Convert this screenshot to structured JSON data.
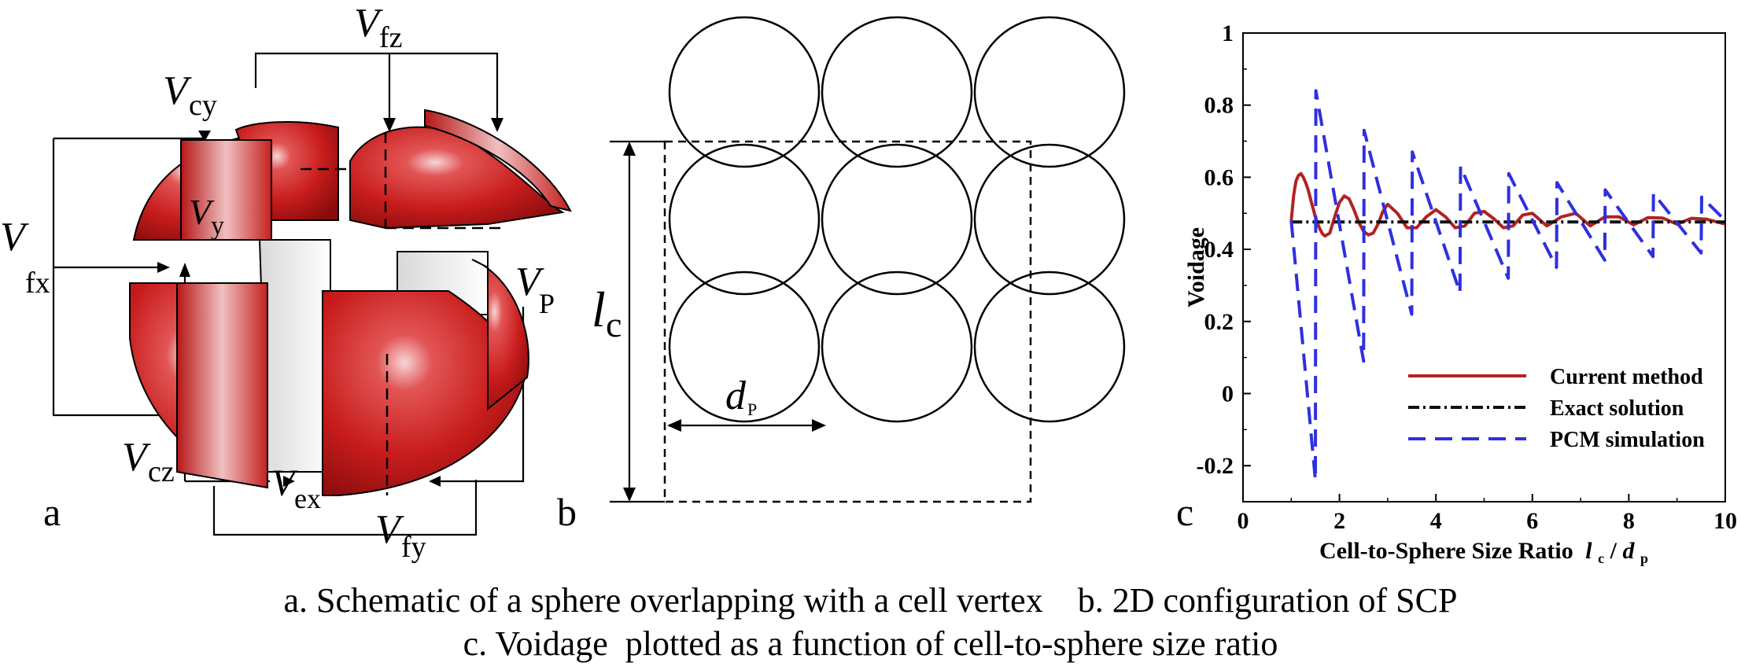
{
  "panel_a": {
    "letter": "a",
    "labels": {
      "fz": {
        "main": "V",
        "sub": "fz"
      },
      "cy": {
        "main": "V",
        "sub": "cy"
      },
      "y": {
        "main": "V",
        "sub": "y"
      },
      "fx": {
        "main": "V",
        "sub": "fx"
      },
      "p": {
        "main": "V",
        "sub": "P"
      },
      "cz": {
        "main": "V",
        "sub": "cz"
      },
      "ex": {
        "main": "V",
        "sub": "ex"
      },
      "fy": {
        "main": "V",
        "sub": "fy"
      }
    },
    "sphere_color": "#cc1f1f"
  },
  "panel_b": {
    "letter": "b",
    "lc_label": {
      "main": "l",
      "sub": "c"
    },
    "dp_label": {
      "main": "d",
      "sub": "P"
    },
    "grid": {
      "rows": 3,
      "cols": 3
    }
  },
  "panel_c": {
    "letter": "c",
    "ylabel": "Voidage",
    "xlabel_prefix": "Cell-to-Sphere Size Ratio",
    "xlabel_var1": "l",
    "xlabel_sub1": "c",
    "xlabel_slash": "/",
    "xlabel_var2": "d",
    "xlabel_sub2": "p"
  },
  "chart_data": {
    "type": "line",
    "xlim": [
      0,
      10
    ],
    "ylim": [
      -0.3,
      1.0
    ],
    "xticks": [
      0,
      2,
      4,
      6,
      8,
      10
    ],
    "xtick_labels": [
      "0",
      "2",
      "4",
      "6",
      "8",
      "10"
    ],
    "yticks": [
      -0.2,
      0,
      0.2,
      0.4,
      0.6,
      0.8,
      1.0
    ],
    "ytick_labels": [
      "-0.2",
      "0",
      "0.2",
      "0.4",
      "0.6",
      "0.8",
      "1"
    ],
    "legend_position": "bottom-right",
    "series": [
      {
        "name": "Current method",
        "color": "#b22222",
        "dash": "solid",
        "x": [
          1.0,
          1.05,
          1.1,
          1.15,
          1.2,
          1.25,
          1.3,
          1.35,
          1.4,
          1.45,
          1.5,
          1.55,
          1.6,
          1.65,
          1.7,
          1.8,
          1.9,
          2.0,
          2.1,
          2.2,
          2.3,
          2.4,
          2.5,
          2.6,
          2.7,
          2.8,
          2.9,
          3.0,
          3.2,
          3.4,
          3.6,
          3.8,
          4.0,
          4.2,
          4.4,
          4.6,
          4.8,
          5.0,
          5.2,
          5.4,
          5.6,
          5.8,
          6.0,
          6.3,
          6.6,
          6.9,
          7.2,
          7.5,
          7.8,
          8.1,
          8.4,
          8.7,
          9.0,
          9.3,
          9.6,
          10.0
        ],
        "y": [
          0.48,
          0.55,
          0.59,
          0.605,
          0.61,
          0.6,
          0.585,
          0.565,
          0.54,
          0.515,
          0.49,
          0.47,
          0.455,
          0.443,
          0.437,
          0.445,
          0.49,
          0.53,
          0.548,
          0.54,
          0.51,
          0.475,
          0.45,
          0.44,
          0.445,
          0.47,
          0.505,
          0.525,
          0.5,
          0.46,
          0.46,
          0.49,
          0.51,
          0.49,
          0.46,
          0.465,
          0.5,
          0.505,
          0.485,
          0.46,
          0.465,
          0.495,
          0.5,
          0.465,
          0.49,
          0.5,
          0.465,
          0.49,
          0.49,
          0.468,
          0.488,
          0.487,
          0.47,
          0.486,
          0.484,
          0.47
        ]
      },
      {
        "name": "Exact solution",
        "color": "#111111",
        "dash": "dashdot",
        "x": [
          1.0,
          10.0
        ],
        "y": [
          0.476,
          0.476
        ]
      },
      {
        "name": "PCM simulation",
        "color": "#2f2fe0",
        "dash": "dashed",
        "x": [
          1.0,
          1.5,
          1.51,
          2.5,
          2.51,
          3.5,
          3.51,
          4.5,
          4.51,
          5.5,
          5.51,
          6.5,
          6.51,
          7.5,
          7.51,
          8.5,
          8.51,
          9.5,
          9.51,
          10.0
        ],
        "y": [
          0.48,
          -0.24,
          0.84,
          0.09,
          0.73,
          0.22,
          0.67,
          0.28,
          0.63,
          0.32,
          0.61,
          0.35,
          0.585,
          0.37,
          0.565,
          0.38,
          0.555,
          0.39,
          0.545,
          0.48
        ]
      }
    ]
  },
  "captions": {
    "line1": "a. Schematic of a sphere overlapping with a cell vertex    b. 2D configuration of SCP",
    "line2": "c. Voidage  plotted as a function of cell-to-sphere size ratio"
  }
}
